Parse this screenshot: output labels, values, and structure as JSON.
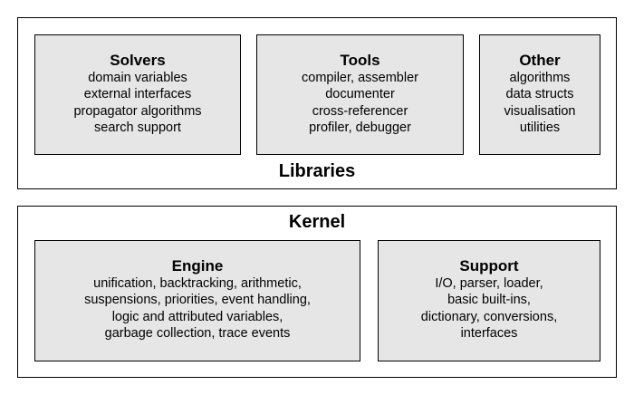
{
  "libraries": {
    "title": "Libraries",
    "boxes": [
      {
        "title": "Solvers",
        "lines": [
          "domain variables",
          "external interfaces",
          "propagator algorithms",
          "search support"
        ]
      },
      {
        "title": "Tools",
        "lines": [
          "compiler, assembler",
          "documenter",
          "cross-referencer",
          "profiler, debugger"
        ]
      },
      {
        "title": "Other",
        "lines": [
          "algorithms",
          "data structs",
          "visualisation",
          "utilities"
        ]
      }
    ]
  },
  "kernel": {
    "title": "Kernel",
    "boxes": [
      {
        "title": "Engine",
        "lines": [
          "unification, backtracking, arithmetic,",
          "suspensions, priorities, event handling,",
          "logic and attributed variables,",
          "garbage collection, trace events"
        ]
      },
      {
        "title": "Support",
        "lines": [
          "I/O, parser, loader,",
          "basic built-ins,",
          "dictionary, conversions,",
          "interfaces"
        ]
      }
    ]
  },
  "colors": {
    "box_fill": "#e6e6e6",
    "border": "#000000"
  }
}
